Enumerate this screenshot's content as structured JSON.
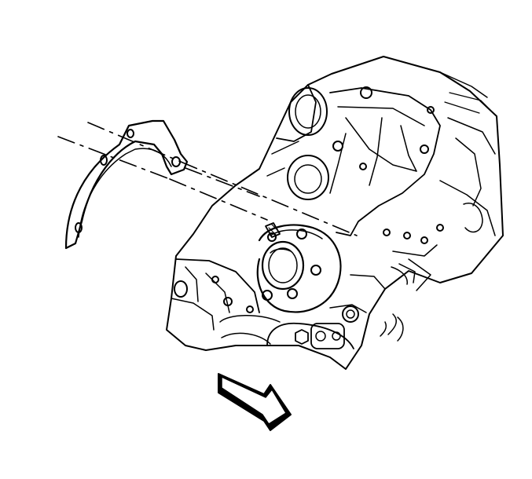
{
  "diagram": {
    "colors": {
      "ink": "#000000",
      "paper": "#ffffff",
      "arrow_face": "#ffffff",
      "arrow_shadow": "#000000"
    },
    "parts": [
      "rear-oil-seal-housing-gasket",
      "oil-pump-drive-housing",
      "engine-block",
      "direction-arrow"
    ]
  }
}
